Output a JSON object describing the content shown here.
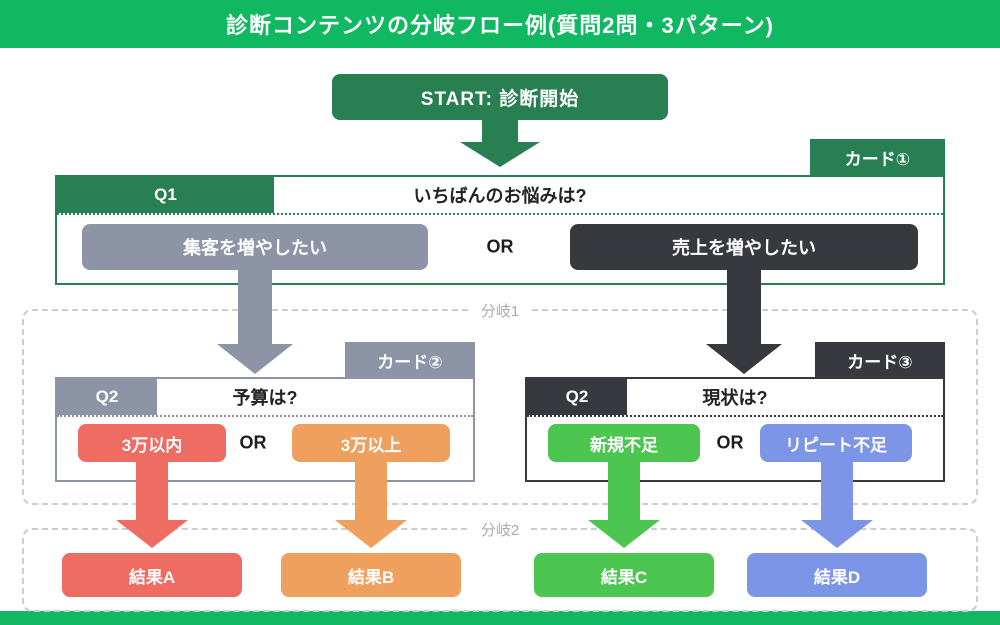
{
  "header": {
    "title": "診断コンテンツの分岐フロー例(質問2問・3パターン)"
  },
  "start": {
    "label": "START: 診断開始"
  },
  "card1": {
    "tag": "カード①",
    "q_label": "Q1",
    "question": "いちばんのお悩みは?",
    "or_label": "OR",
    "option_left": "集客を増やしたい",
    "option_right": "売上を増やしたい"
  },
  "card2": {
    "tag": "カード②",
    "q_label": "Q2",
    "question": "予算は?",
    "or_label": "OR",
    "option_left": "3万以内",
    "option_right": "3万以上"
  },
  "card3": {
    "tag": "カード③",
    "q_label": "Q2",
    "question": "現状は?",
    "or_label": "OR",
    "option_left": "新規不足",
    "option_right": "リピート不足"
  },
  "branch1": {
    "label": "分岐1"
  },
  "branch2": {
    "label": "分岐2"
  },
  "results": {
    "a": "結果A",
    "b": "結果B",
    "c": "結果C",
    "d": "結果D"
  },
  "colors": {
    "banner_green": "#10b862",
    "dark_green": "#287f52",
    "gray": "#8c94a6",
    "dark": "#37393f",
    "red": "#ee6c62",
    "orange": "#f0a05e",
    "green": "#4cc551",
    "blue": "#7d95e6",
    "dashed_border": "#cdcdcd",
    "branch_label_gray": "#ababab"
  }
}
